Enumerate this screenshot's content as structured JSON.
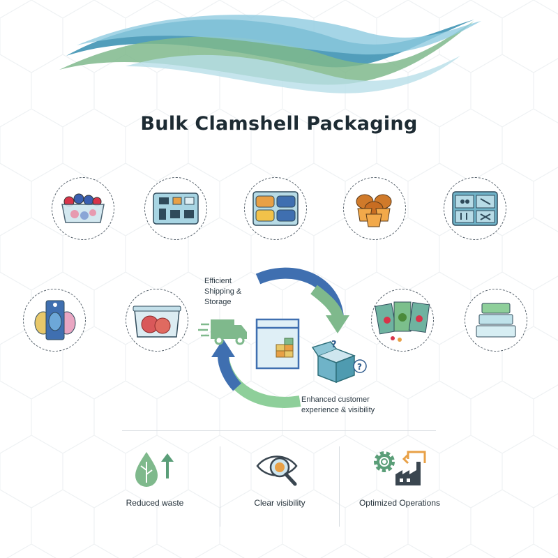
{
  "title": "Bulk Clamshell Packaging",
  "colors": {
    "teal": "#3f93b4",
    "green": "#7fb98c",
    "navy": "#2d5a8c",
    "orange": "#e8a046"
  },
  "product_icons": [
    "berries-clamshell-icon",
    "electronics-tray-icon",
    "toy-cars-tray-icon",
    "muffins-icon",
    "hardware-tray-icon",
    "blister-pack-icon",
    "deli-meat-container-icon",
    "seed-packets-icon",
    "stacked-containers-icon"
  ],
  "cycle": {
    "shipping_label": "Efficient Shipping & Storage",
    "customer_label": "Enhanced customer experience & visibility"
  },
  "benefits": [
    {
      "label": "Reduced waste",
      "icon": "leaf-drop-arrow-icon"
    },
    {
      "label": "Clear visibility",
      "icon": "eye-magnifier-icon"
    },
    {
      "label": "Optimized Operations",
      "icon": "gear-factory-icon"
    }
  ]
}
